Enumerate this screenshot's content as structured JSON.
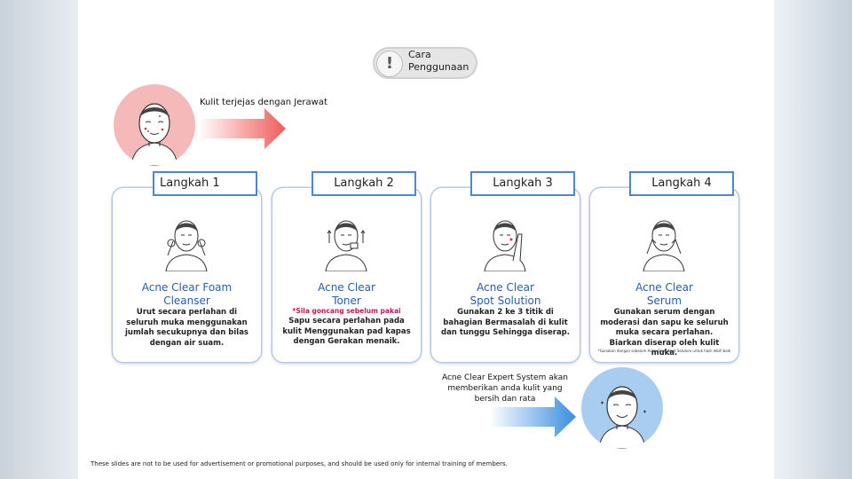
{
  "header": {
    "line1": "Cara",
    "line2": "Penggunaan",
    "icon": "exclamation-icon"
  },
  "intro_label": "Kulit terjejas dengan Jerawat",
  "steps": [
    {
      "step": "Langkah 1",
      "name1": "Acne Clear Foam",
      "name2": "Cleanser",
      "note": "",
      "desc": "Urut secara perlahan di seluruh muka menggunakan jumlah secukupnya dan bilas dengan air suam.",
      "foot": ""
    },
    {
      "step": "Langkah 2",
      "name1": "Acne Clear",
      "name2": "Toner",
      "note": "*Sila goncang sebelum pakai",
      "desc": "Sapu secara perlahan pada kulit Menggunakan pad kapas dengan Gerakan menaik.",
      "foot": ""
    },
    {
      "step": "Langkah 3",
      "name1": "Acne Clear",
      "name2": "Spot Solution",
      "note": "",
      "desc": "Gunakan 2 ke 3 titik di bahagian Bermasalah di kulit dan tunggu Sehingga diserap.",
      "foot": ""
    },
    {
      "step": "Langkah 4",
      "name1": "Acne Clear",
      "name2": "Serum",
      "note": "",
      "desc": "Gunakan serum dengan moderasi dan sapu ke seluruh muka secara perlahan. Biarkan diserap oleh kulit muka.",
      "foot": "*Gunakan dengan sebelum Acne Clear Spot Solution untuk hasil lebih baik"
    }
  ],
  "result_text": "Acne Clear Expert System akan memberikan anda kulit yang bersih dan rata",
  "disclaimer": "These slides are not to be used for advertisement or promotional purposes, and should be used only for internal training of members.",
  "colors": {
    "accent_blue": "#4f86d3",
    "text_blue": "#2a5ea8",
    "note_pink": "#c2185b",
    "arrow_red": "#f05a5a",
    "arrow_blue": "#3a8de0",
    "start_circle": "#f6b9b9",
    "end_circle": "#a9cdf1"
  }
}
